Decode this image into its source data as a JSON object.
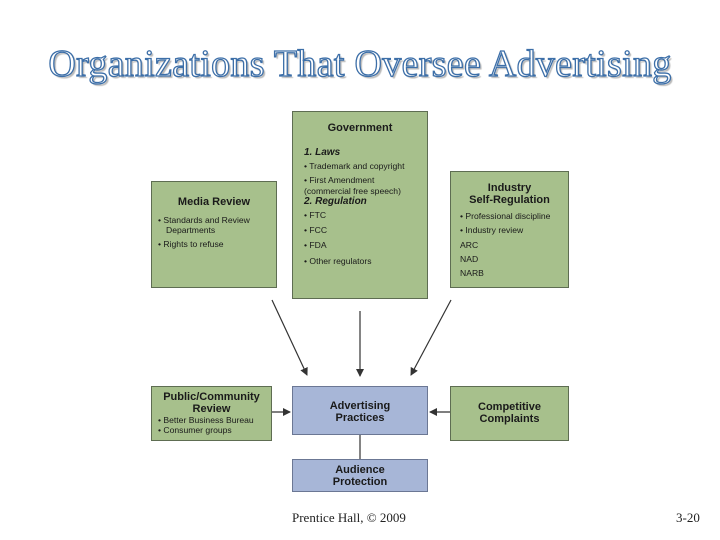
{
  "title": "Organizations That Oversee Advertising",
  "government": {
    "heading": "Government",
    "laws_heading": "1. Laws",
    "laws": [
      "• Trademark and copyright",
      "• First Amendment",
      "(commercial free speech)"
    ],
    "regulation_heading": "2. Regulation",
    "regulation": [
      "• FTC",
      "• FCC",
      "• FDA",
      "• Other regulators"
    ]
  },
  "media_review": {
    "heading": "Media Review",
    "items": [
      "• Standards and Review",
      "Departments",
      "• Rights to refuse"
    ]
  },
  "industry": {
    "heading_line1": "Industry",
    "heading_line2": "Self-Regulation",
    "items": [
      "• Professional discipline",
      "• Industry review",
      "ARC",
      "NAD",
      "NARB"
    ]
  },
  "public_review": {
    "heading_line1": "Public/Community",
    "heading_line2": "Review",
    "items": [
      "• Better Business Bureau",
      "• Consumer groups"
    ]
  },
  "advertising_practices": {
    "line1": "Advertising",
    "line2": "Practices"
  },
  "competitive": {
    "line1": "Competitive",
    "line2": "Complaints"
  },
  "audience": {
    "line1": "Audience",
    "line2": "Protection"
  },
  "footer": {
    "publisher": "Prentice Hall, © 2009",
    "page": "3-20"
  },
  "colors": {
    "green_box": "#a7c08c",
    "blue_box": "#a7b6d7",
    "title_outline": "#3d6fa8"
  }
}
